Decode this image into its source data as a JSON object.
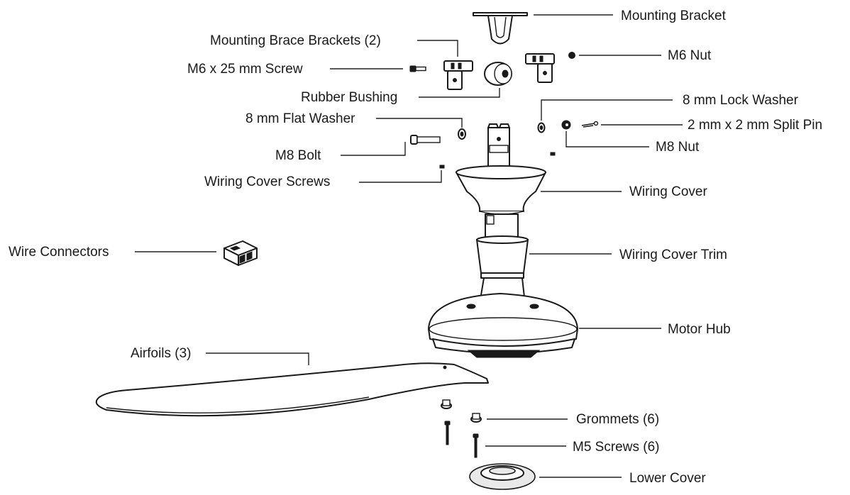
{
  "labels": {
    "mounting_bracket": "Mounting Bracket",
    "mounting_brace_brackets": "Mounting Brace Brackets (2)",
    "m6_nut": "M6 Nut",
    "m6_screw": "M6 x 25 mm Screw",
    "rubber_bushing": "Rubber Bushing",
    "lock_washer": "8 mm Lock Washer",
    "flat_washer": "8 mm Flat Washer",
    "split_pin": "2 mm x 2 mm Split Pin",
    "m8_bolt": "M8 Bolt",
    "m8_nut": "M8 Nut",
    "wiring_cover_screws": "Wiring Cover Screws",
    "wiring_cover": "Wiring Cover",
    "wire_connectors": "Wire Connectors",
    "wiring_cover_trim": "Wiring Cover Trim",
    "motor_hub": "Motor Hub",
    "airfoils": "Airfoils (3)",
    "grommets": "Grommets (6)",
    "m5_screws": "M5 Screws (6)",
    "lower_cover": "Lower Cover"
  }
}
